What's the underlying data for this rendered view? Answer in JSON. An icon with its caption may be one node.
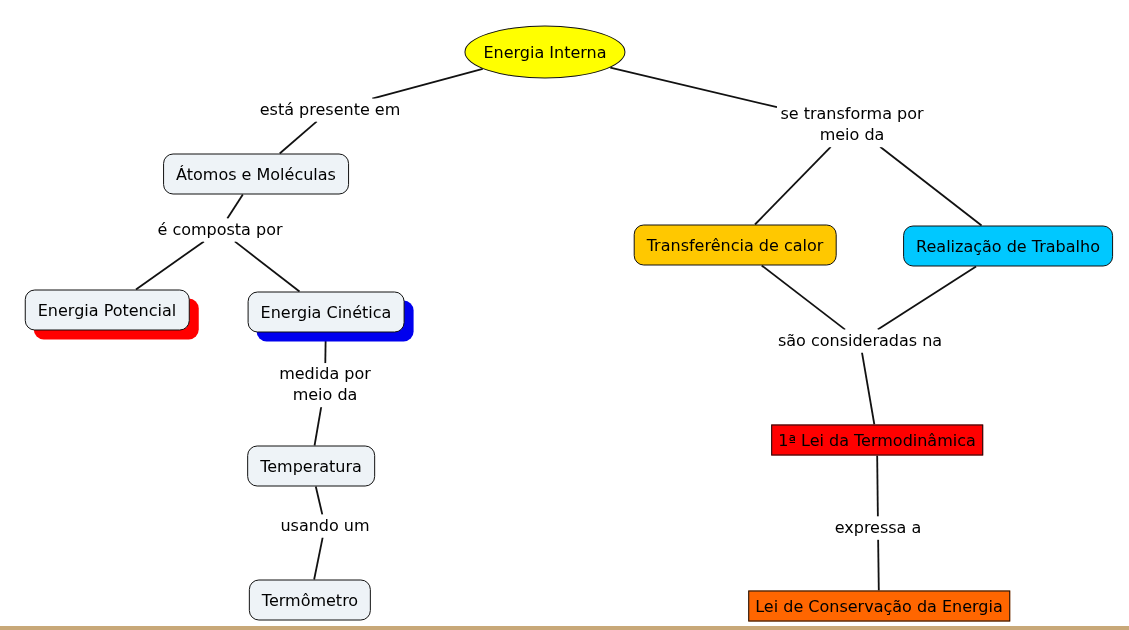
{
  "diagram": {
    "nodes": [
      {
        "text": [
          "Energia Interna"
        ]
      },
      {
        "text": [
          "está presente em"
        ]
      },
      {
        "text": [
          "Átomos e Moléculas"
        ]
      },
      {
        "text": [
          "é composta por"
        ]
      },
      {
        "text": [
          "Energia Potencial"
        ]
      },
      {
        "text": [
          "Energia Cinética"
        ]
      },
      {
        "text": [
          "medida por meio da"
        ]
      },
      {
        "text": [
          "Temperatura"
        ]
      },
      {
        "text": [
          "usando um"
        ]
      },
      {
        "text": [
          "Termômetro"
        ]
      },
      {
        "text": [
          "se transforma por meio da"
        ]
      },
      {
        "text": [
          "Transferência de calor"
        ]
      },
      {
        "text": [
          "Realização de Trabalho"
        ]
      },
      {
        "text": [
          "são consideradas na"
        ]
      },
      {
        "text": [
          "1ª Lei da Termodinâmica"
        ]
      },
      {
        "text": [
          "expressa a"
        ]
      },
      {
        "text": [
          "Lei de Conservação da Energia"
        ]
      }
    ],
    "edges": [
      {
        "from": 0,
        "to": 1,
        "arrow": "none"
      },
      {
        "from": 1,
        "to": 2,
        "arrow": "none"
      },
      {
        "from": 2,
        "to": 3,
        "arrow": "none"
      },
      {
        "from": 3,
        "to": 4,
        "arrow": "none"
      },
      {
        "from": 3,
        "to": 5,
        "arrow": "none"
      },
      {
        "from": 5,
        "to": 6,
        "arrow": "none"
      },
      {
        "from": 6,
        "to": 7,
        "arrow": "none"
      },
      {
        "from": 7,
        "to": 8,
        "arrow": "none"
      },
      {
        "from": 8,
        "to": 9,
        "arrow": "none"
      },
      {
        "from": 0,
        "to": 10,
        "arrow": "none"
      },
      {
        "from": 10,
        "to": 11,
        "arrow": "none"
      },
      {
        "from": 10,
        "to": 12,
        "arrow": "none"
      },
      {
        "from": 11,
        "to": 13,
        "arrow": "none"
      },
      {
        "from": 12,
        "to": 13,
        "arrow": "none"
      },
      {
        "from": 13,
        "to": 14,
        "arrow": "none"
      },
      {
        "from": 14,
        "to": 15,
        "arrow": "none"
      },
      {
        "from": 15,
        "to": 16,
        "arrow": "none"
      }
    ]
  }
}
